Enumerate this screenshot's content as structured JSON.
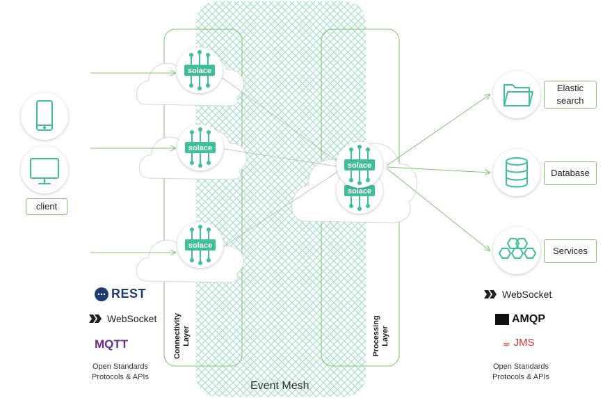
{
  "diagram_title": "Event Mesh",
  "layers": {
    "connectivity": "Connectivity Layer",
    "processing": "Processing Layer"
  },
  "broker_label": "solace",
  "client": {
    "label": "client",
    "icons": [
      "smartphone-icon",
      "desktop-monitor-icon"
    ]
  },
  "targets": [
    {
      "label": "Elastic search",
      "icon": "folder-icon"
    },
    {
      "label": "Database",
      "icon": "database-icon"
    },
    {
      "label": "Services",
      "icon": "hexagons-icon"
    }
  ],
  "left_protocols": {
    "rest": "REST",
    "websocket": "WebSocket",
    "mqtt": "MQTT",
    "caption": "Open Standards Protocols & APIs"
  },
  "right_protocols": {
    "websocket": "WebSocket",
    "amqp": "AMQP",
    "jms": "JMS",
    "caption": "Open Standards Protocols & APIs"
  },
  "colors": {
    "accent_green": "#3dbf9a",
    "line_green": "#7dc36b",
    "mesh_green": "#8fd9c2"
  }
}
